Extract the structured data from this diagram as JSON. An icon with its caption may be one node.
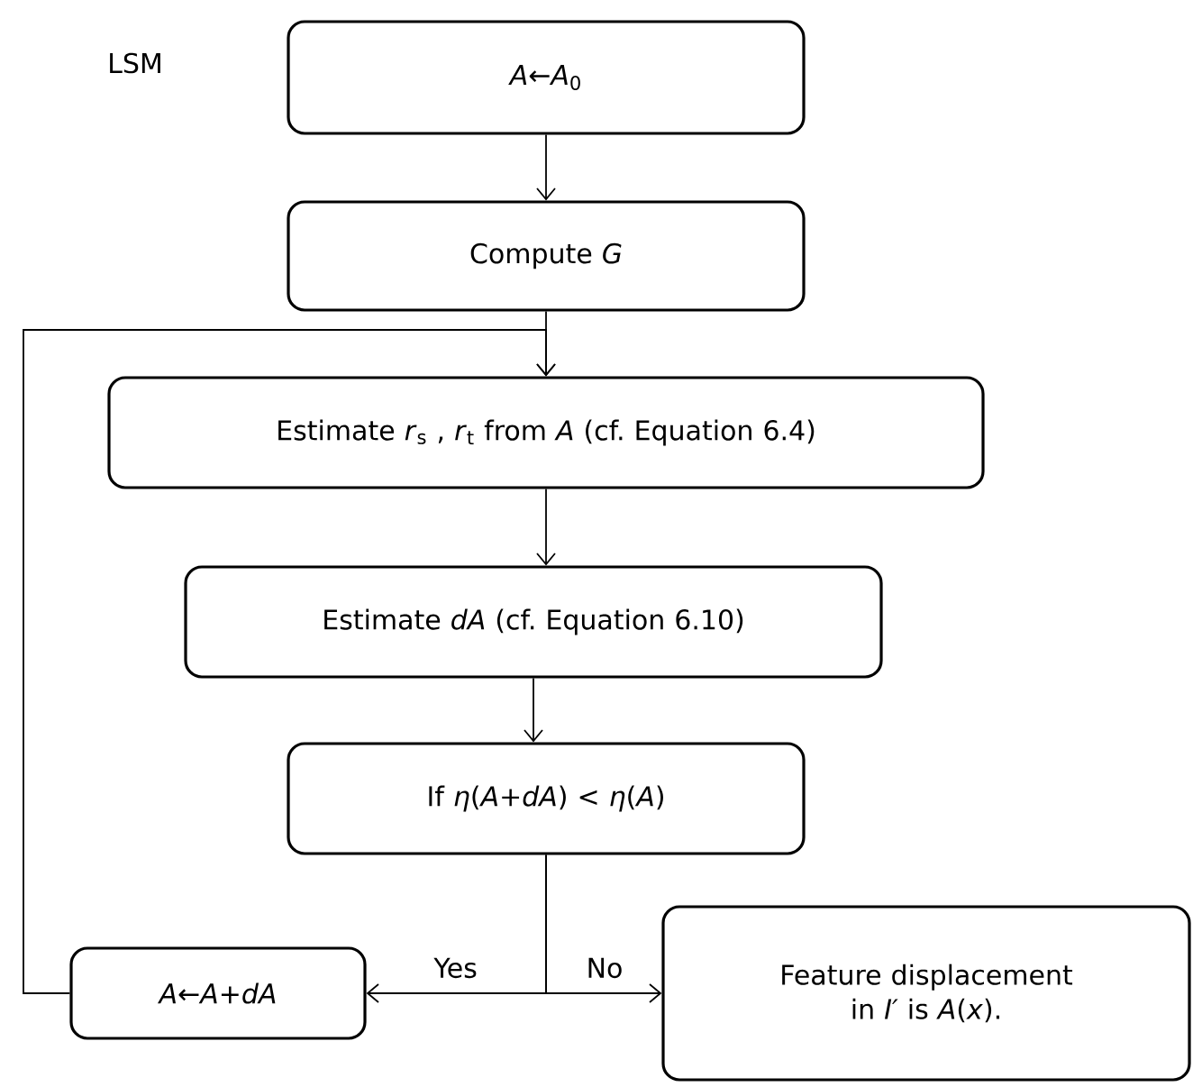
{
  "diagram": {
    "nodes": [
      {
        "text": [
          "*A*←*A*$_{0}$"
        ]
      },
      {
        "text": [
          "Compute *G*"
        ]
      },
      {
        "text": [
          "Estimate *r*$_{s}$ , *r*$_{t}$ from *A* (cf. Equation 6.4)"
        ]
      },
      {
        "text": [
          "Estimate *dA* (cf. Equation 6.10)"
        ]
      },
      {
        "text": [
          "If *η*(*A*+*dA*) < *η*(*A*)"
        ]
      },
      {
        "text": [
          "*A*←*A*+*dA*"
        ]
      },
      {
        "text": [
          "Feature displacement in *I′* is *A*(*x*)."
        ]
      }
    ],
    "edges": [
      {
        "from": 0,
        "to": 1,
        "arrow": "to"
      },
      {
        "from": 1,
        "to": 2,
        "arrow": "to"
      },
      {
        "from": 2,
        "to": 3,
        "arrow": "to"
      },
      {
        "from": 3,
        "to": 4,
        "arrow": "to"
      },
      {
        "from": 4,
        "to": 5,
        "arrow": "to",
        "label": "Yes"
      },
      {
        "from": 4,
        "to": 6,
        "arrow": "to",
        "label": "No"
      },
      {
        "from": 5,
        "to": 2,
        "arrow": "to"
      }
    ],
    "labels": [
      "LSM"
    ]
  }
}
